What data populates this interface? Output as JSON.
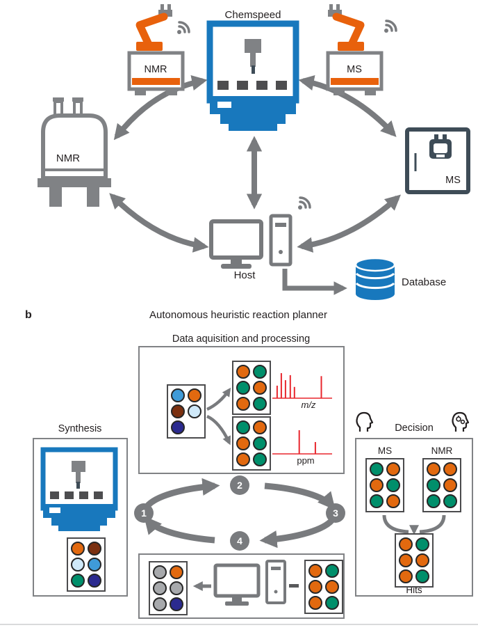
{
  "panel_a": {
    "chemspeed_label": "Chemspeed",
    "nmr_robot_label": "NMR",
    "ms_robot_label": "MS",
    "nmr_spectrometer_label": "NMR",
    "ms_spectrometer_label": "MS",
    "host_label": "Host",
    "database_label": "Database"
  },
  "panel_b": {
    "panel_letter": "b",
    "title": "Autonomous heuristic reaction planner",
    "data_box_title": "Data aquisition and processing",
    "synthesis_label": "Synthesis",
    "decision_label": "Decision",
    "decision_ms_label": "MS",
    "decision_nmr_label": "NMR",
    "hits_label": "Hits",
    "cycle_steps": [
      "1",
      "2",
      "3",
      "4"
    ],
    "spectra": {
      "ms": {
        "label": "m/z",
        "peaks": [
          [
            0.08,
            0.5
          ],
          [
            0.15,
            1.0
          ],
          [
            0.22,
            0.72
          ],
          [
            0.3,
            0.92
          ],
          [
            0.37,
            0.45
          ],
          [
            0.82,
            0.88
          ]
        ]
      },
      "nmr": {
        "label": "ppm",
        "peaks": [
          [
            0.45,
            1.0
          ],
          [
            0.72,
            0.5
          ]
        ]
      }
    },
    "vials": {
      "input": [
        [
          "#3f9bd8",
          "#e2690f"
        ],
        [
          "#7b3010",
          "#cfe9f9"
        ],
        [
          "#2b2a8f",
          null
        ]
      ],
      "split_top": [
        [
          "#e2690f",
          "#008f6b"
        ],
        [
          "#008f6b",
          "#e2690f"
        ],
        [
          "#e2690f",
          "#008f6b"
        ]
      ],
      "split_bottom": [
        [
          "#008f6b",
          "#e2690f"
        ],
        [
          "#e2690f",
          "#008f6b"
        ],
        [
          "#e2690f",
          "#008f6b"
        ]
      ],
      "synthesis": [
        [
          "#e2690f",
          "#7b3010"
        ],
        [
          "#cfe9f9",
          "#3f9bd8"
        ],
        [
          "#008f6b",
          "#2b2a8f"
        ]
      ],
      "decision_ms": [
        [
          "#008f6b",
          "#e2690f"
        ],
        [
          "#e2690f",
          "#008f6b"
        ],
        [
          "#008f6b",
          "#e2690f"
        ]
      ],
      "decision_nmr": [
        [
          "#e2690f",
          "#e2690f"
        ],
        [
          "#008f6b",
          "#e2690f"
        ],
        [
          "#008f6b",
          "#008f6b"
        ]
      ],
      "hits": [
        [
          "#e2690f",
          "#008f6b"
        ],
        [
          "#e2690f",
          "#e2690f"
        ],
        [
          "#e2690f",
          "#008f6b"
        ]
      ],
      "result": [
        [
          "#a7a9ac",
          "#e2690f"
        ],
        [
          "#a7a9ac",
          "#a7a9ac"
        ],
        [
          "#a7a9ac",
          "#2b2a8f"
        ]
      ],
      "source": [
        [
          "#e2690f",
          "#008f6b"
        ],
        [
          "#e2690f",
          "#e2690f"
        ],
        [
          "#e2690f",
          "#008f6b"
        ]
      ]
    }
  },
  "colors": {
    "chemspeed_blue": "#1878bd",
    "robot_orange": "#e8610c",
    "arrow_gray": "#797b7e",
    "instrument_gray": "#808285",
    "ms_dark": "#3e4c57",
    "spectrum_red": "#e8262d",
    "dot_orange": "#e2690f",
    "dot_teal": "#008f6b",
    "dot_navy": "#2b2a8f",
    "dot_light_blue": "#3f9bd8",
    "dot_pale_blue": "#cfe9f9",
    "dot_brown": "#7b3010",
    "dot_gray": "#a7a9ac"
  }
}
